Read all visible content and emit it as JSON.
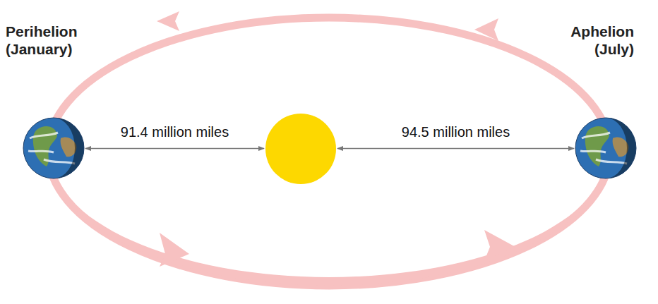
{
  "diagram": {
    "nodes": [
      {
        "text": [
          "Perihelion (January)"
        ]
      },
      {
        "text": []
      },
      {
        "text": [
          "Aphelion (July)"
        ]
      }
    ],
    "edges": [
      {
        "from": 0,
        "to": 1,
        "label": "91.4 million miles",
        "arrow": "both"
      },
      {
        "from": 1,
        "to": 2,
        "label": "94.5 million miles",
        "arrow": "both"
      }
    ]
  }
}
